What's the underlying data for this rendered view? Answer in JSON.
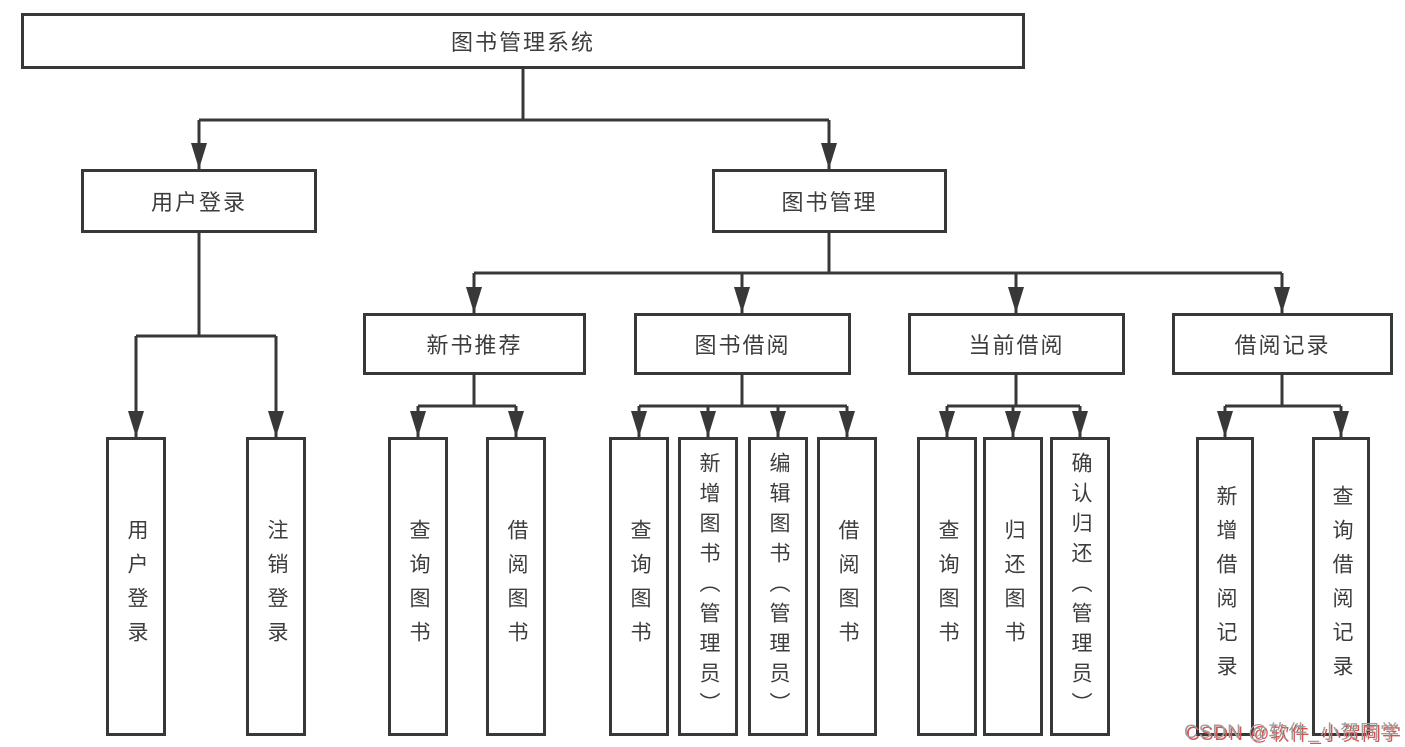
{
  "tree": {
    "root": {
      "label": "图书管理系统",
      "children": [
        {
          "label": "用户登录",
          "children": [
            {
              "label": "用户登录"
            },
            {
              "label": "注销登录"
            }
          ]
        },
        {
          "label": "图书管理",
          "children": [
            {
              "label": "新书推荐",
              "children": [
                {
                  "label": "查询图书"
                },
                {
                  "label": "借阅图书"
                }
              ]
            },
            {
              "label": "图书借阅",
              "children": [
                {
                  "label": "查询图书"
                },
                {
                  "label": "新增图书（管理员）"
                },
                {
                  "label": "编辑图书（管理员）"
                },
                {
                  "label": "借阅图书"
                }
              ]
            },
            {
              "label": "当前借阅",
              "children": [
                {
                  "label": "查询图书"
                },
                {
                  "label": "归还图书"
                },
                {
                  "label": "确认归还（管理员）"
                }
              ]
            },
            {
              "label": "借阅记录",
              "children": [
                {
                  "label": "新增借阅记录"
                },
                {
                  "label": "查询借阅记录"
                }
              ]
            }
          ]
        }
      ]
    }
  },
  "watermark": {
    "text": "CSDN @软件_小贺同学"
  },
  "colors": {
    "line": "#383838",
    "text": "#3d3d3d",
    "background": "#ffffff",
    "watermark_gray": "#9e9e9e",
    "watermark_red": "#d9534f"
  }
}
